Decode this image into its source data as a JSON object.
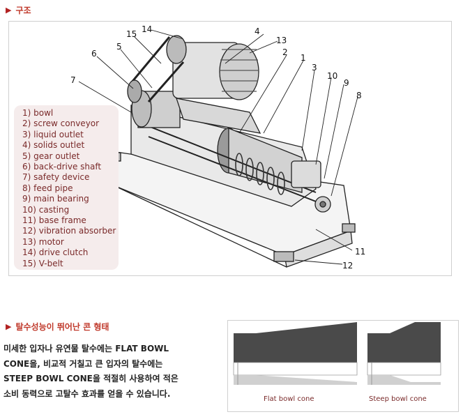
{
  "sections": {
    "structure": {
      "title": "구조"
    },
    "cone": {
      "title": "탈수성능이 뛰어난 콘 형태"
    }
  },
  "diagram": {
    "callouts": [
      "14",
      "15",
      "4",
      "13",
      "6",
      "5",
      "2",
      "1",
      "3",
      "10",
      "9",
      "8",
      "7",
      "11",
      "12"
    ],
    "legend": [
      "1) bowl",
      "2) screw conveyor",
      "3) liquid outlet",
      "4) solids outlet",
      "5) gear outlet",
      "6) back-drive shaft",
      "7) safety device",
      "8) feed pipe",
      "9) main bearing",
      "10) casting",
      "11) base frame",
      "12) vibration absorber",
      "13) motor",
      "14) drive clutch",
      "15) V-belt"
    ]
  },
  "description": [
    "미세한 입자나 유연물 탈수에는 FLAT BOWL",
    "CONE을, 비교적 거칠고 큰 입자의 탈수에는",
    "STEEP BOWL CONE을 적절히 사용하여 적은",
    "소비 동력으로 고탈수 효과를 얻을 수 있습니다."
  ],
  "cones": {
    "flat": {
      "caption": "Flat bowl cone"
    },
    "steep": {
      "caption": "Steep bowl cone"
    }
  }
}
